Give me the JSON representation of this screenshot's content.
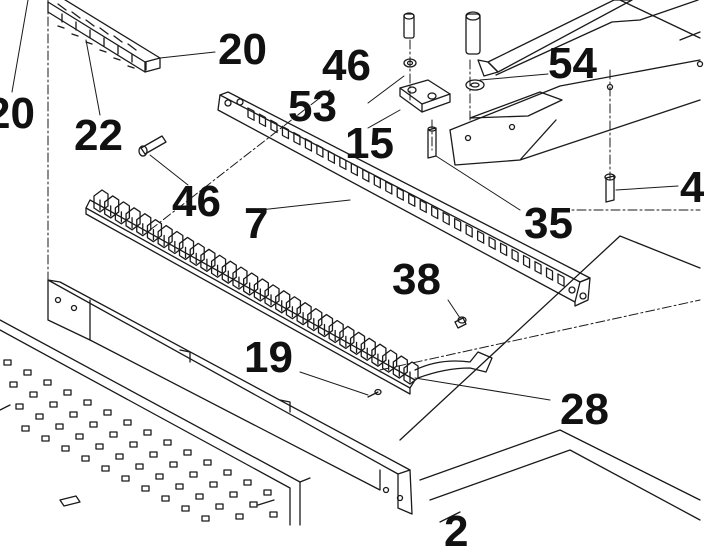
{
  "diagram": {
    "type": "exploded-parts-view",
    "line_color": "#1a1a1a",
    "background": "#ffffff",
    "part_labels": [
      {
        "id": "20-top",
        "text": "20"
      },
      {
        "id": "20-left",
        "text": "20"
      },
      {
        "id": "22",
        "text": "22"
      },
      {
        "id": "46-left",
        "text": "46"
      },
      {
        "id": "46-top",
        "text": "46"
      },
      {
        "id": "53",
        "text": "53"
      },
      {
        "id": "15",
        "text": "15"
      },
      {
        "id": "54",
        "text": "54"
      },
      {
        "id": "4-edge",
        "text": "4"
      },
      {
        "id": "7",
        "text": "7"
      },
      {
        "id": "35",
        "text": "35"
      },
      {
        "id": "38",
        "text": "38"
      },
      {
        "id": "19",
        "text": "19"
      },
      {
        "id": "28",
        "text": "28"
      },
      {
        "id": "2-bottom",
        "text": "2"
      }
    ]
  }
}
